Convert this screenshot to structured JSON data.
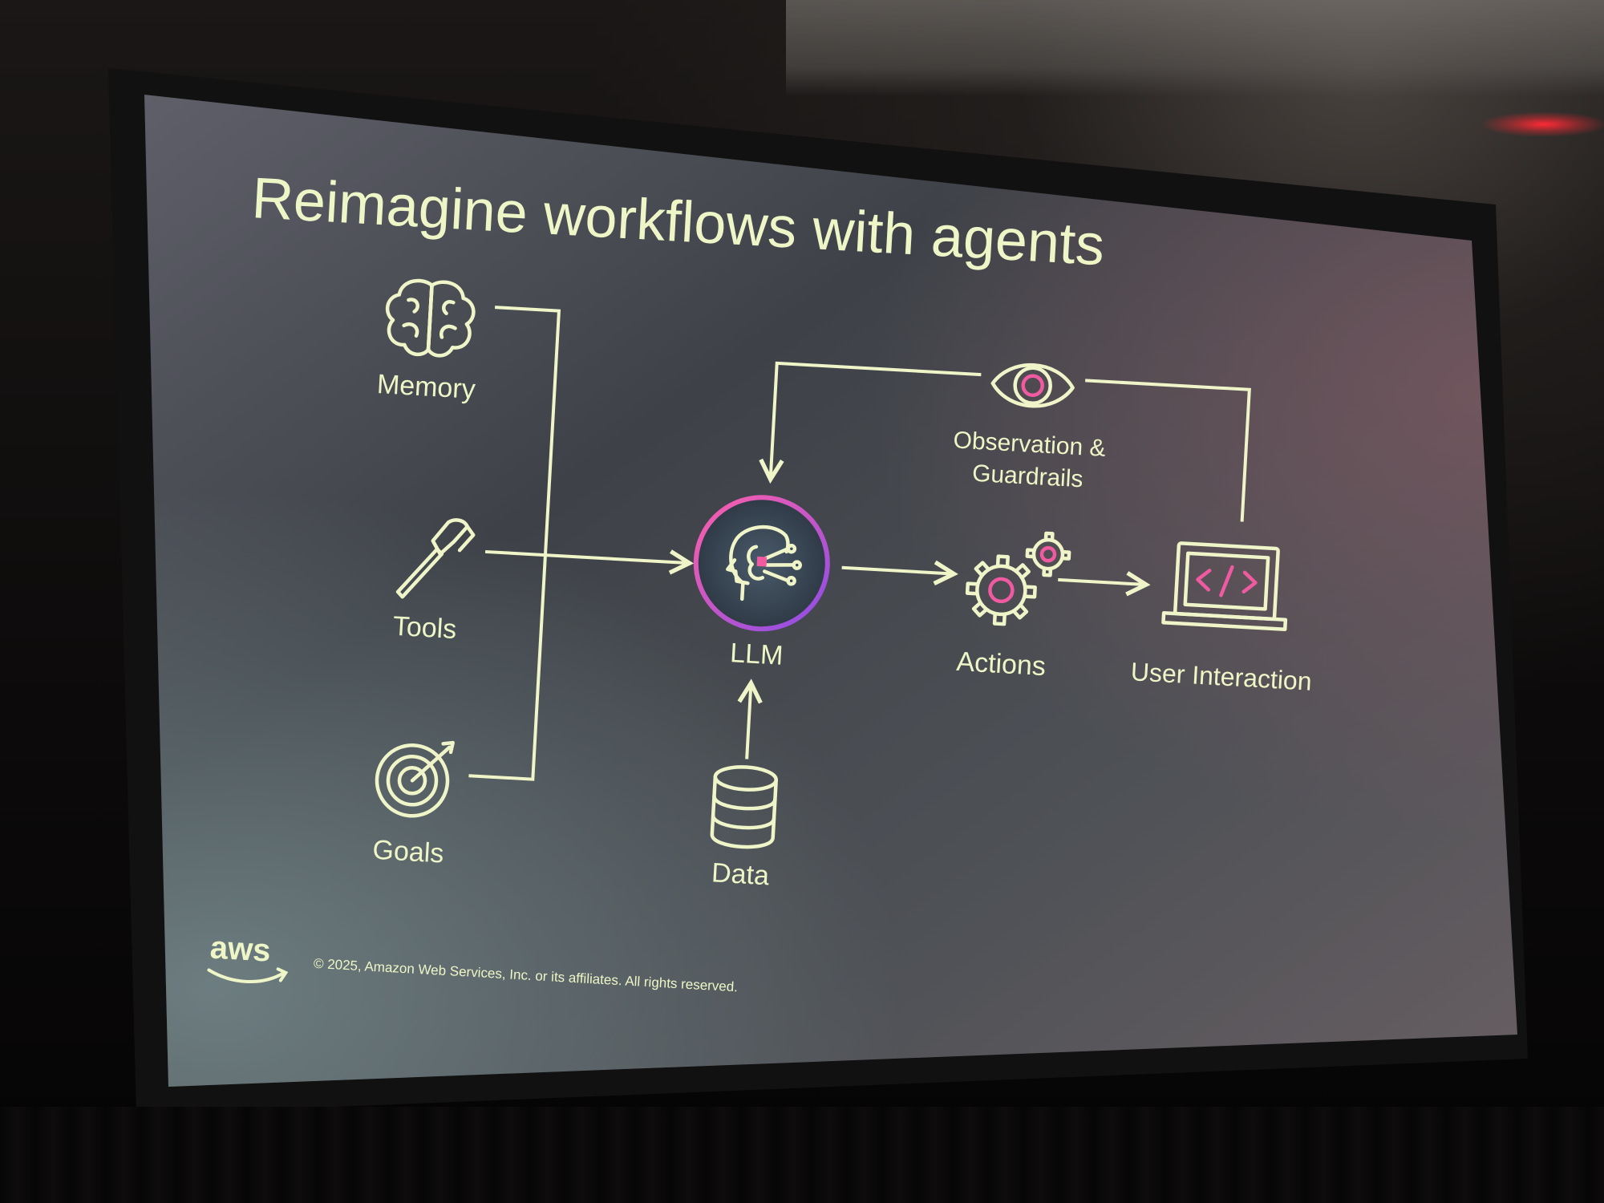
{
  "slide": {
    "title": "Reimagine workflows with agents",
    "footer": {
      "logo_text": "aws",
      "copyright": "© 2025, Amazon Web Services, Inc. or its affiliates. All rights reserved."
    }
  },
  "diagram": {
    "nodes": {
      "memory": {
        "label": "Memory",
        "icon": "brain-icon"
      },
      "tools": {
        "label": "Tools",
        "icon": "hammer-icon"
      },
      "goals": {
        "label": "Goals",
        "icon": "target-icon"
      },
      "llm": {
        "label": "LLM",
        "icon": "ai-head-icon"
      },
      "data": {
        "label": "Data",
        "icon": "database-icon"
      },
      "actions": {
        "label": "Actions",
        "icon": "gears-icon"
      },
      "observation": {
        "label_line1": "Observation &",
        "label_line2": "Guardrails",
        "icon": "eye-icon"
      },
      "user_interaction": {
        "label": "User Interaction",
        "icon": "code-laptop-icon"
      }
    },
    "edges": [
      {
        "from": "memory",
        "to": "llm"
      },
      {
        "from": "tools",
        "to": "llm"
      },
      {
        "from": "goals",
        "to": "llm"
      },
      {
        "from": "data",
        "to": "llm"
      },
      {
        "from": "llm",
        "to": "actions"
      },
      {
        "from": "actions",
        "to": "user_interaction"
      },
      {
        "from": "user_interaction",
        "to": "observation"
      },
      {
        "from": "observation",
        "to": "llm"
      }
    ]
  },
  "colors": {
    "icon_stroke": "#eff5c8",
    "text": "#eef5c6",
    "accent_pink": "#f05aa0",
    "accent_purple": "#8a4de8"
  }
}
